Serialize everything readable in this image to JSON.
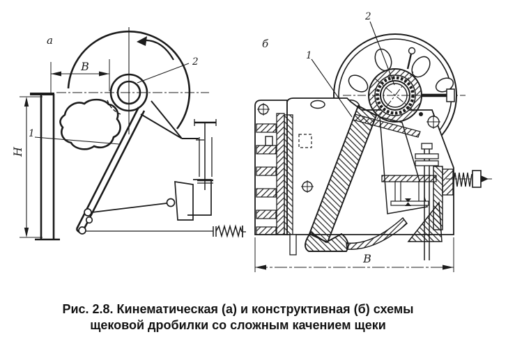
{
  "caption": {
    "line1": "Рис. 2.8. Кинематическая (а) и конструктивная (б) схемы",
    "line2": "щековой дробилки со сложным качением щеки"
  },
  "diagram_a": {
    "panel_label": "а",
    "width_dim_label": "В",
    "height_dim_label": "Н",
    "part_label_jaw": "1",
    "part_label_shaft": "2"
  },
  "diagram_b": {
    "panel_label": "б",
    "width_dim_label": "В",
    "part_label_jaw": "1",
    "part_label_shaft": "2"
  },
  "colors": {
    "ink": "#1b1b1b",
    "paper": "#ffffff"
  }
}
